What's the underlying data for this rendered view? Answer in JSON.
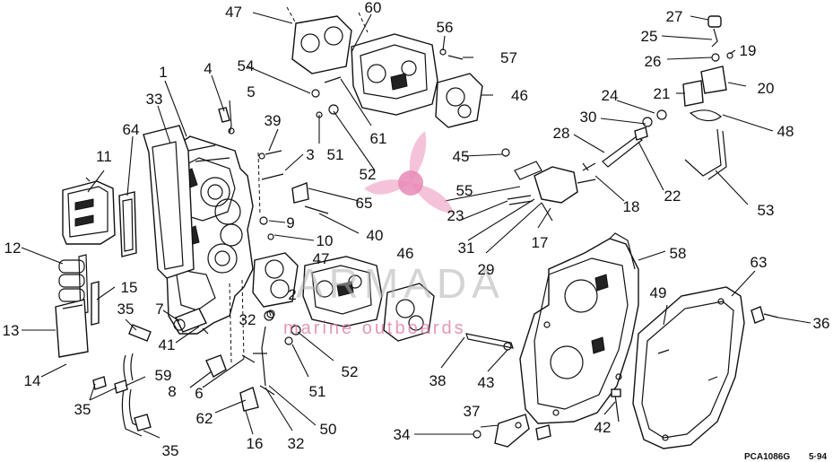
{
  "diagram": {
    "callouts": [
      "1",
      "2",
      "3",
      "4",
      "5",
      "6",
      "7",
      "8",
      "9",
      "10",
      "11",
      "12",
      "13",
      "14",
      "15",
      "16",
      "17",
      "18",
      "19",
      "20",
      "21",
      "22",
      "23",
      "24",
      "25",
      "26",
      "27",
      "28",
      "29",
      "30",
      "31",
      "32",
      "33",
      "34",
      "35",
      "36",
      "37",
      "38",
      "39",
      "40",
      "41",
      "42",
      "43",
      "45",
      "46",
      "47",
      "48",
      "49",
      "50",
      "51",
      "52",
      "53",
      "54",
      "55",
      "56",
      "57",
      "58",
      "59",
      "60",
      "61",
      "62",
      "63",
      "64",
      "65"
    ],
    "footer": {
      "code": "PCA1086G",
      "date": "5·94"
    },
    "watermark": {
      "brand": "ARMADA",
      "sub": "marine outboards",
      "logo": "propeller-logo"
    }
  }
}
